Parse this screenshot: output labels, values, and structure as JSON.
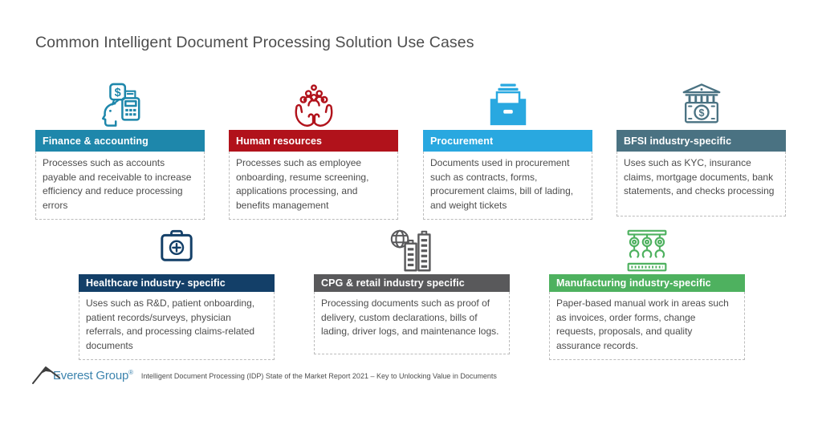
{
  "page": {
    "title": "Common Intelligent Document Processing Solution Use Cases",
    "title_color": "#4d4d4d",
    "background": "#ffffff"
  },
  "cards": [
    {
      "title": "Finance & accounting",
      "body": "Processes such as accounts payable and receivable to increase efficiency and reduce processing errors",
      "color": "#1e87ab",
      "icon": "head-dollar-calculator-icon"
    },
    {
      "title": "Human resources",
      "body": "Processes such as employee onboarding, resume screening, applications processing, and benefits management",
      "color": "#b1121b",
      "icon": "hands-holding-people-icon"
    },
    {
      "title": "Procurement",
      "body": "Documents used in procurement such as contracts, forms, procurement claims, bill of lading, and weight tickets",
      "color": "#29a8e0",
      "icon": "document-drawer-icon"
    },
    {
      "title": "BFSI industry-specific",
      "body": "Uses such as KYC, insurance claims, mortgage documents, bank statements, and checks processing",
      "color": "#4a7282",
      "icon": "bank-banknote-icon"
    },
    {
      "title": "Healthcare industry- specific",
      "body": "Uses such as R&D, patient onboarding, patient records/surveys, physician referrals, and processing claims-related documents",
      "color": "#133f68",
      "icon": "first-aid-kit-icon"
    },
    {
      "title": "CPG & retail industry specific",
      "body": "Processing documents such as proof of delivery, custom declarations, bills of lading, driver logs, and maintenance logs.",
      "color": "#59595b",
      "icon": "globe-buildings-icon"
    },
    {
      "title": "Manufacturing industry-specific",
      "body": "Paper-based manual work in areas such as invoices, order forms, change requests, proposals, and quality assurance records.",
      "color": "#4eb15f",
      "icon": "robotic-arms-conveyor-icon"
    }
  ],
  "footer": {
    "logo_text": "Everest Group",
    "registered_mark": "®",
    "logo_color": "#3d84ae",
    "source_text": "Intelligent Document Processing (IDP) State of the Market Report 2021 – Key to Unlocking Value in Documents"
  }
}
